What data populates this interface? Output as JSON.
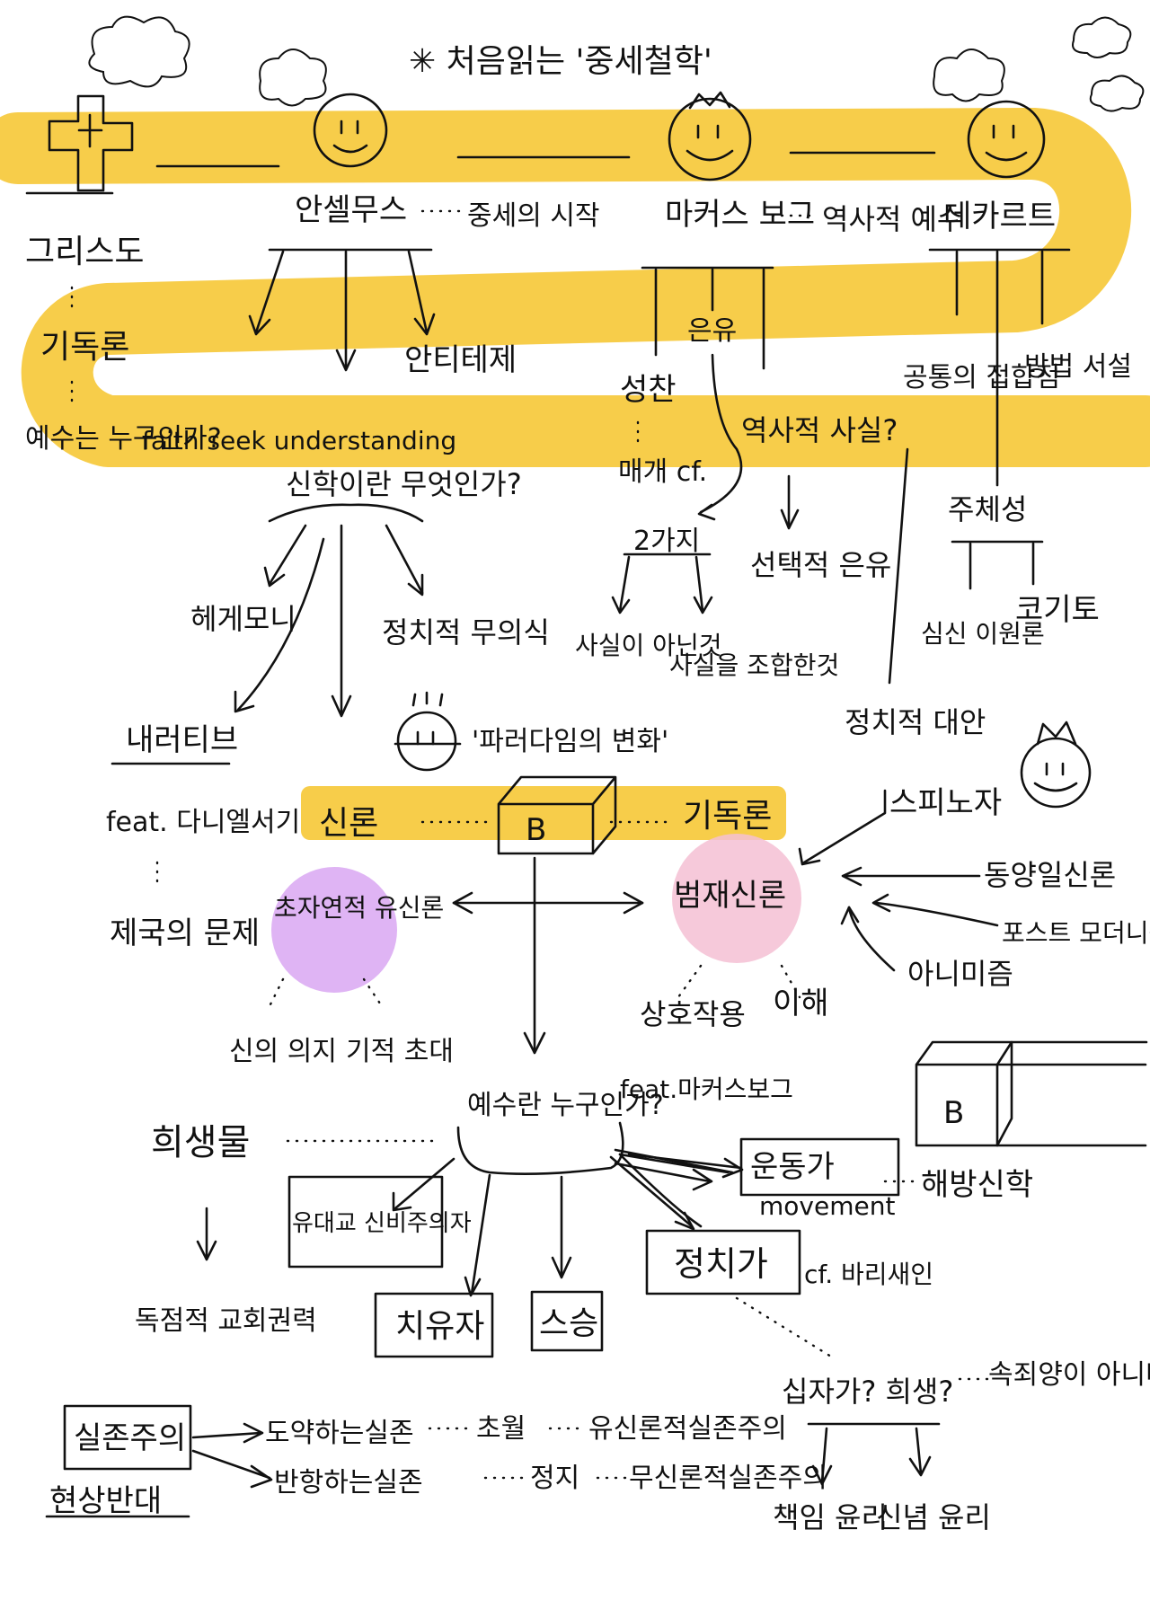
{
  "colors": {
    "highlight": "#f7cd4a",
    "purple": "#d9a7f2",
    "pink": "#f4bfd4",
    "ink": "#111111"
  },
  "title": "✳ 처음읽는 '중세철학'",
  "nodes": {
    "christ": "그리스도",
    "christology": "기독론",
    "who_is_jesus": "예수는 누구인가?",
    "anselm": "안셀무스",
    "start_medieval": "중세의 시작",
    "faith_seek": "faith seek understanding",
    "what_is_faith": "신학이란 무엇인가?",
    "antithesis": "안티테제",
    "hegemony": "헤게모니",
    "political_unconscious": "정치적 무의식",
    "narrative": "내러티브",
    "feat_daniel": "feat. 다니엘서기",
    "empire_problem": "제국의 문제",
    "paradigm_shift": "'파러다임의 변화'",
    "marcus_borg": "마커스 보그",
    "historical_jesus": "역사적 예수",
    "metaphor": "은유",
    "praise": "성찬",
    "medium_cf": "매개 cf.",
    "historical_fact": "역사적 사실?",
    "two_kinds": "2가지",
    "not_fact": "사실이 아닌것",
    "combined_fact": "사실을 조합한것",
    "selective_metaphor": "선택적 은유",
    "descartes": "데카르트",
    "common_point": "공통의 접합점",
    "method_intro": "방법 서설",
    "subjectivity": "주체성",
    "mind_body": "심신 이원론",
    "cogito": "코기토",
    "political_alt": "정치적 대안",
    "theology": "신론",
    "christology2": "기독론",
    "box_letter": "B",
    "supernatural_theism": "초자연적 유신론",
    "will_of_god": "신의 의지",
    "miracle": "기적 초대",
    "panentheism": "범재신론",
    "interaction": "상호작용",
    "understanding": "이해",
    "spinoza": "스피노자",
    "eastern": "동양일신론",
    "postmodern": "포스트 모더니즘",
    "animism": "아니미즘",
    "who_is_jesus2": "예수란 누구인가?",
    "feat_borg": "feat.마커스보그",
    "sacrifice": "희생물",
    "monopoly": "독점적 교회권력",
    "jewish_mystic": "유대교 신비주의자",
    "healer": "치유자",
    "sage": "스승",
    "movement_person": "운동가",
    "movement_en": "movement",
    "liberation": "해방신학",
    "politician": "정치가",
    "pharisee": "cf. 바리새인",
    "cross_sacrifice": "십자가? 희생?",
    "not_scapegoat": "속죄양이 아니다",
    "responsibility_ethics": "책임 윤리",
    "faith_ethics": "신념 윤리",
    "existentialism": "실존주의",
    "anti_phenomenon": "현상반대",
    "leaping": "도약하는실존",
    "jump": "초월",
    "theistic_exist": "유신론적실존주의",
    "rebel": "반항하는실존",
    "stop": "정지",
    "atheistic_exist": "무신론적실존주의",
    "box2_letter": "B"
  }
}
